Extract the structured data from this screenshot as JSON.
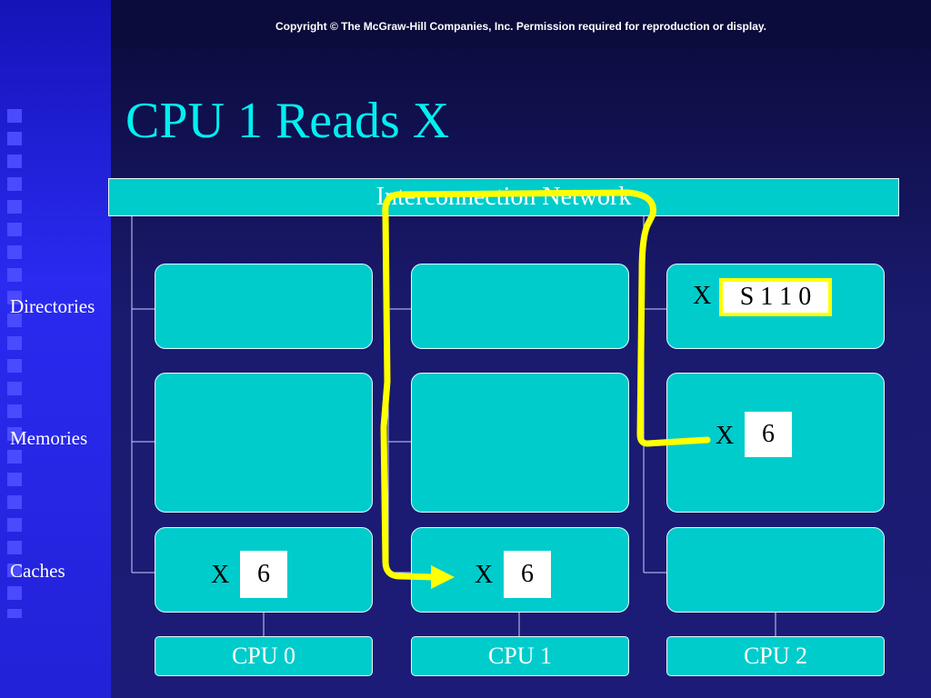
{
  "header": {
    "copyright": "Copyright © The McGraw-Hill Companies, Inc. Permission required for reproduction or display."
  },
  "slide": {
    "title": "CPU 1 Reads X"
  },
  "network": {
    "label": "Interconnection Network"
  },
  "row_labels": {
    "directories": "Directories",
    "memories": "Memories",
    "caches": "Caches"
  },
  "cpus": [
    "CPU 0",
    "CPU 1",
    "CPU 2"
  ],
  "cells": {
    "directory_cpu2": {
      "var": "X",
      "state": "S 1 1 0"
    },
    "memory_cpu2": {
      "var": "X",
      "value": "6"
    },
    "cache_cpu0": {
      "var": "X",
      "value": "6"
    },
    "cache_cpu1": {
      "var": "X",
      "value": "6"
    }
  },
  "colors": {
    "box": "#00cccc",
    "title": "#00f0f0",
    "path": "#ffff00",
    "sidebar": "#2a2af0"
  }
}
